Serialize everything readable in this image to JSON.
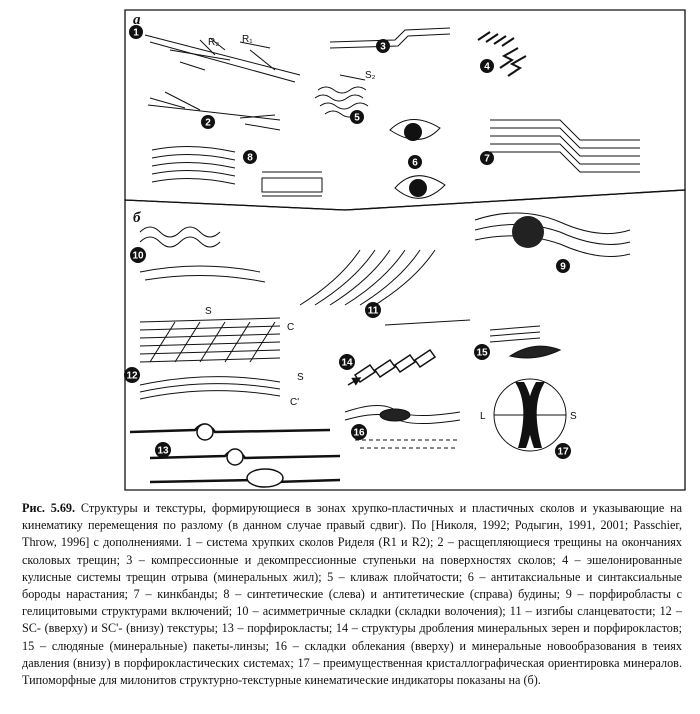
{
  "panels": {
    "a": "а",
    "b": "б"
  },
  "items": [
    "1",
    "2",
    "3",
    "4",
    "5",
    "6",
    "7",
    "8",
    "9",
    "10",
    "11",
    "12",
    "13",
    "14",
    "15",
    "16",
    "17"
  ],
  "labels": {
    "R1": "R₁",
    "R2": "R₂",
    "S2": "S₂",
    "S_top": "S",
    "C_top": "C",
    "S_bottom": "S",
    "C_bottom": "C'",
    "L": "L",
    "S_stereo": "S"
  },
  "caption": {
    "figure_number": "Рис. 5.69.",
    "text": "Структуры и текстуры, формирующиеся в зонах хрупко-пластичных и пластичных сколов и указывающие на кинематику перемещения по разлому (в данном случае правый сдвиг). По [Николя, 1992; Родыгин, 1991, 2001; Passchier, Throw, 1996] с дополнениями. 1 – система хрупких сколов Риделя (R1 и R2); 2 – расщепляющиеся трещины на окончаниях сколовых трещин; 3 – компрессионные и декомпрессионные ступеньки на поверхностях сколов; 4 – эшелонированные кулисные системы трещин отрыва (минеральных жил); 5 – кливаж плойчатости; 6 – антитаксиальные и синтаксиальные бороды нарастания; 7 – кинкбанды; 8 – синтетические (слева) и антитетические (справа) будины; 9 – порфиробласты с гелицитовыми структурами включений; 10 – асимметричные складки (складки волочения); 11 – изгибы сланцеватости; 12 – SC- (вверху) и SC'- (внизу) текстуры; 13 – порфирокласты; 14 – структуры дробления минеральных зерен и порфирокластов; 15 – слюдяные (минеральные) пакеты-линзы; 16 – складки облекания (вверху) и минеральные новообразования в теиях давления (внизу) в порфирокластических системах; 17 – преимущественная кристаллографическая ориентировка минералов. Типоморфные для милонитов структурно-текстурные кинематические индикаторы показаны на (б)."
  }
}
